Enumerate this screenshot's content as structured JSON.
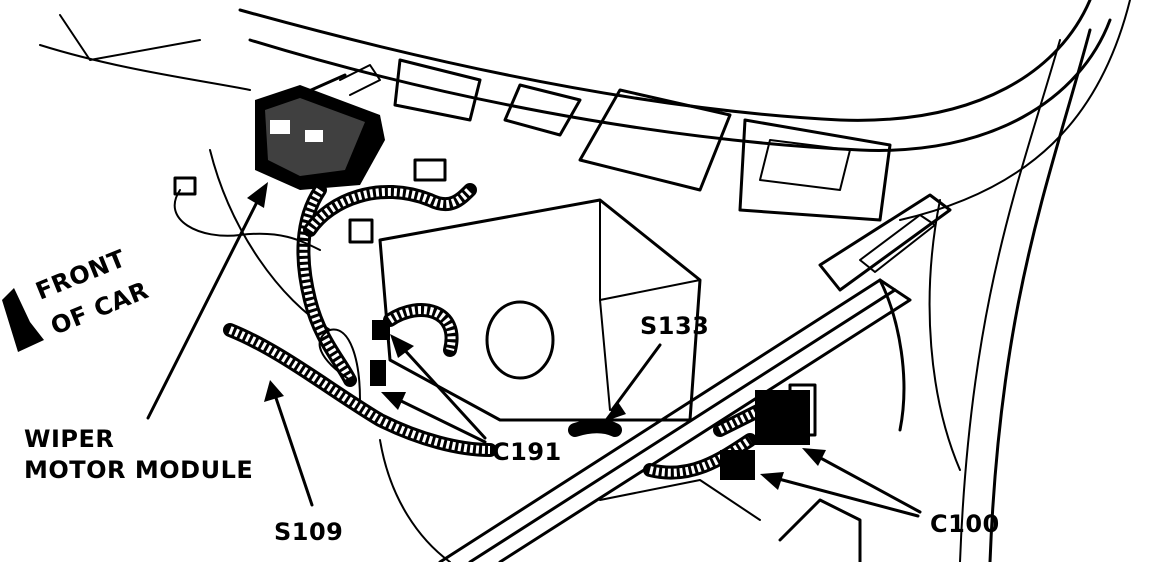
{
  "labels": {
    "front_of_car_line1": "FRONT",
    "front_of_car_line2": "OF CAR",
    "wiper_line1": "WIPER",
    "wiper_line2": "MOTOR MODULE",
    "s133": "S133",
    "c191": "C191",
    "s109": "S109",
    "c100": "C100"
  },
  "colors": {
    "ink": "#000000",
    "paper": "#ffffff"
  }
}
